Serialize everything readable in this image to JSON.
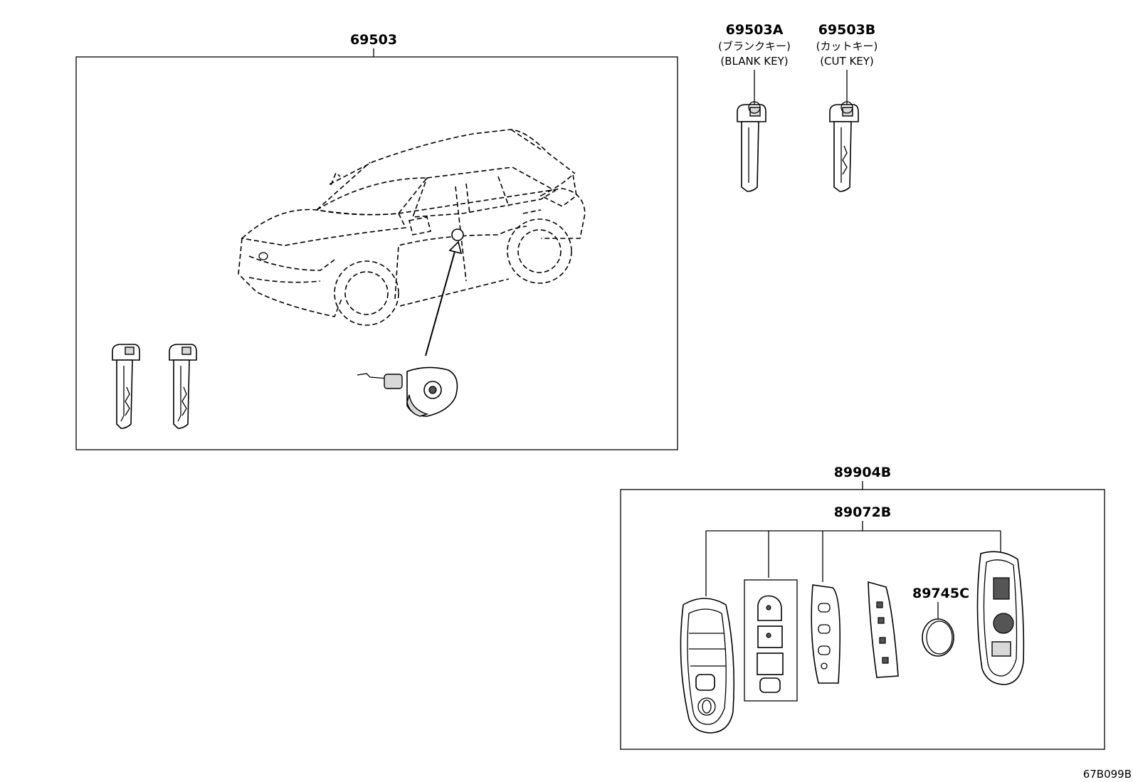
{
  "parts": {
    "door_lock_set": {
      "number": "69503"
    },
    "blank_key": {
      "number": "69503A",
      "note_jp": "(ブランクキー)",
      "note_en": "(BLANK KEY)"
    },
    "cut_key": {
      "number": "69503B",
      "note_jp": "(カットキー)",
      "note_en": "(CUT KEY)"
    },
    "transmitter_assy": {
      "number": "89904B"
    },
    "transmitter_housing": {
      "number": "89072B"
    },
    "battery": {
      "number": "89745C"
    }
  },
  "illustration_code": "67B099B"
}
